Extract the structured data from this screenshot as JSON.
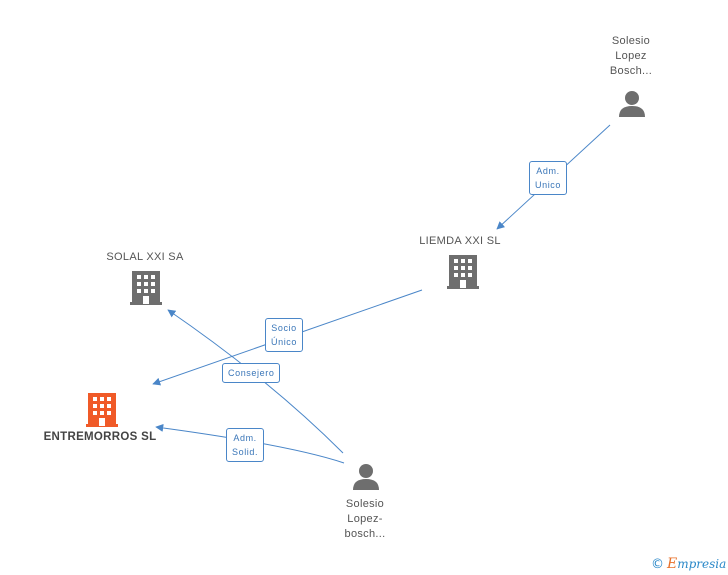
{
  "nodes": {
    "solesio_top": {
      "lines": [
        "Solesio",
        "Lopez",
        "Bosch..."
      ],
      "type": "person"
    },
    "liemda": {
      "lines": [
        "LIEMDA XXI SL"
      ],
      "type": "company"
    },
    "solal": {
      "lines": [
        "SOLAL XXI SA"
      ],
      "type": "company"
    },
    "entremorros": {
      "lines": [
        "ENTREMORROS SL"
      ],
      "type": "company-main"
    },
    "solesio_bottom": {
      "lines": [
        "Solesio",
        "Lopez-",
        "bosch..."
      ],
      "type": "person"
    }
  },
  "edges": {
    "adm_unico": {
      "lines": [
        "Adm.",
        "Unico"
      ]
    },
    "socio_unico": {
      "lines": [
        "Socio",
        "Único"
      ]
    },
    "consejero": {
      "lines": [
        "Consejero"
      ]
    },
    "adm_solid": {
      "lines": [
        "Adm.",
        "Solid."
      ]
    }
  },
  "colors": {
    "edge": "#4a86c8",
    "icon_gray": "#6e6e6e",
    "icon_main": "#f05a28",
    "label_text": "#555555"
  },
  "brand": {
    "copyright_symbol": "©",
    "name_first": "E",
    "name_rest": "mpresia"
  }
}
